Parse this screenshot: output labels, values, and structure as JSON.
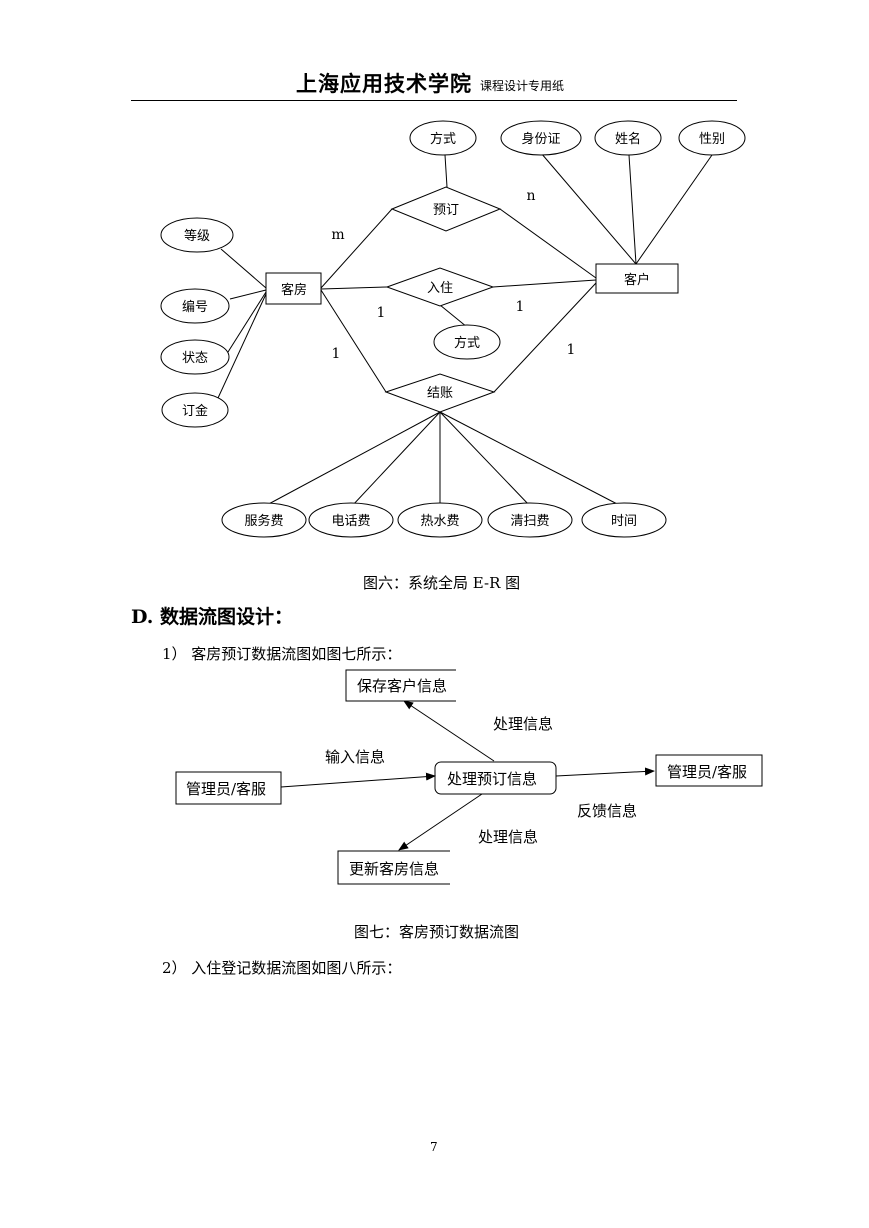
{
  "header": {
    "title": "上海应用技术学院",
    "subtitle": "课程设计专用纸"
  },
  "er": {
    "entities": {
      "room": "客房",
      "customer": "客户"
    },
    "relationships": {
      "book": "预订",
      "checkin": "入住",
      "checkout": "结账"
    },
    "attributes": {
      "book_mode": "方式",
      "id_card": "身份证",
      "name": "姓名",
      "gender": "性别",
      "grade": "等级",
      "number": "编号",
      "status": "状态",
      "deposit": "订金",
      "checkin_mode": "方式",
      "service_fee": "服务费",
      "phone_fee": "电话费",
      "water_fee": "热水费",
      "cleaning_fee": "清扫费",
      "time": "时间"
    },
    "cardinality": {
      "book_room": "m",
      "book_customer": "n",
      "checkin_room": "1",
      "checkin_customer": "1",
      "checkout_room": "1",
      "checkout_customer": "1"
    },
    "caption": "图六：系统全局 E-R 图"
  },
  "section": {
    "heading": "D. 数据流图设计：",
    "item1": "1） 客房预订数据流图如图七所示：",
    "item2": "2） 入住登记数据流图如图八所示："
  },
  "dfd": {
    "store_customer": "保存客户信息",
    "store_room": "更新客房信息",
    "external_left": "管理员/客服",
    "external_right": "管理员/客服",
    "process": "处理预订信息",
    "flow_input": "输入信息",
    "flow_process_up": "处理信息",
    "flow_process_down": "处理信息",
    "flow_feedback": "反馈信息",
    "caption": "图七：客房预订数据流图"
  },
  "page_number": "7"
}
